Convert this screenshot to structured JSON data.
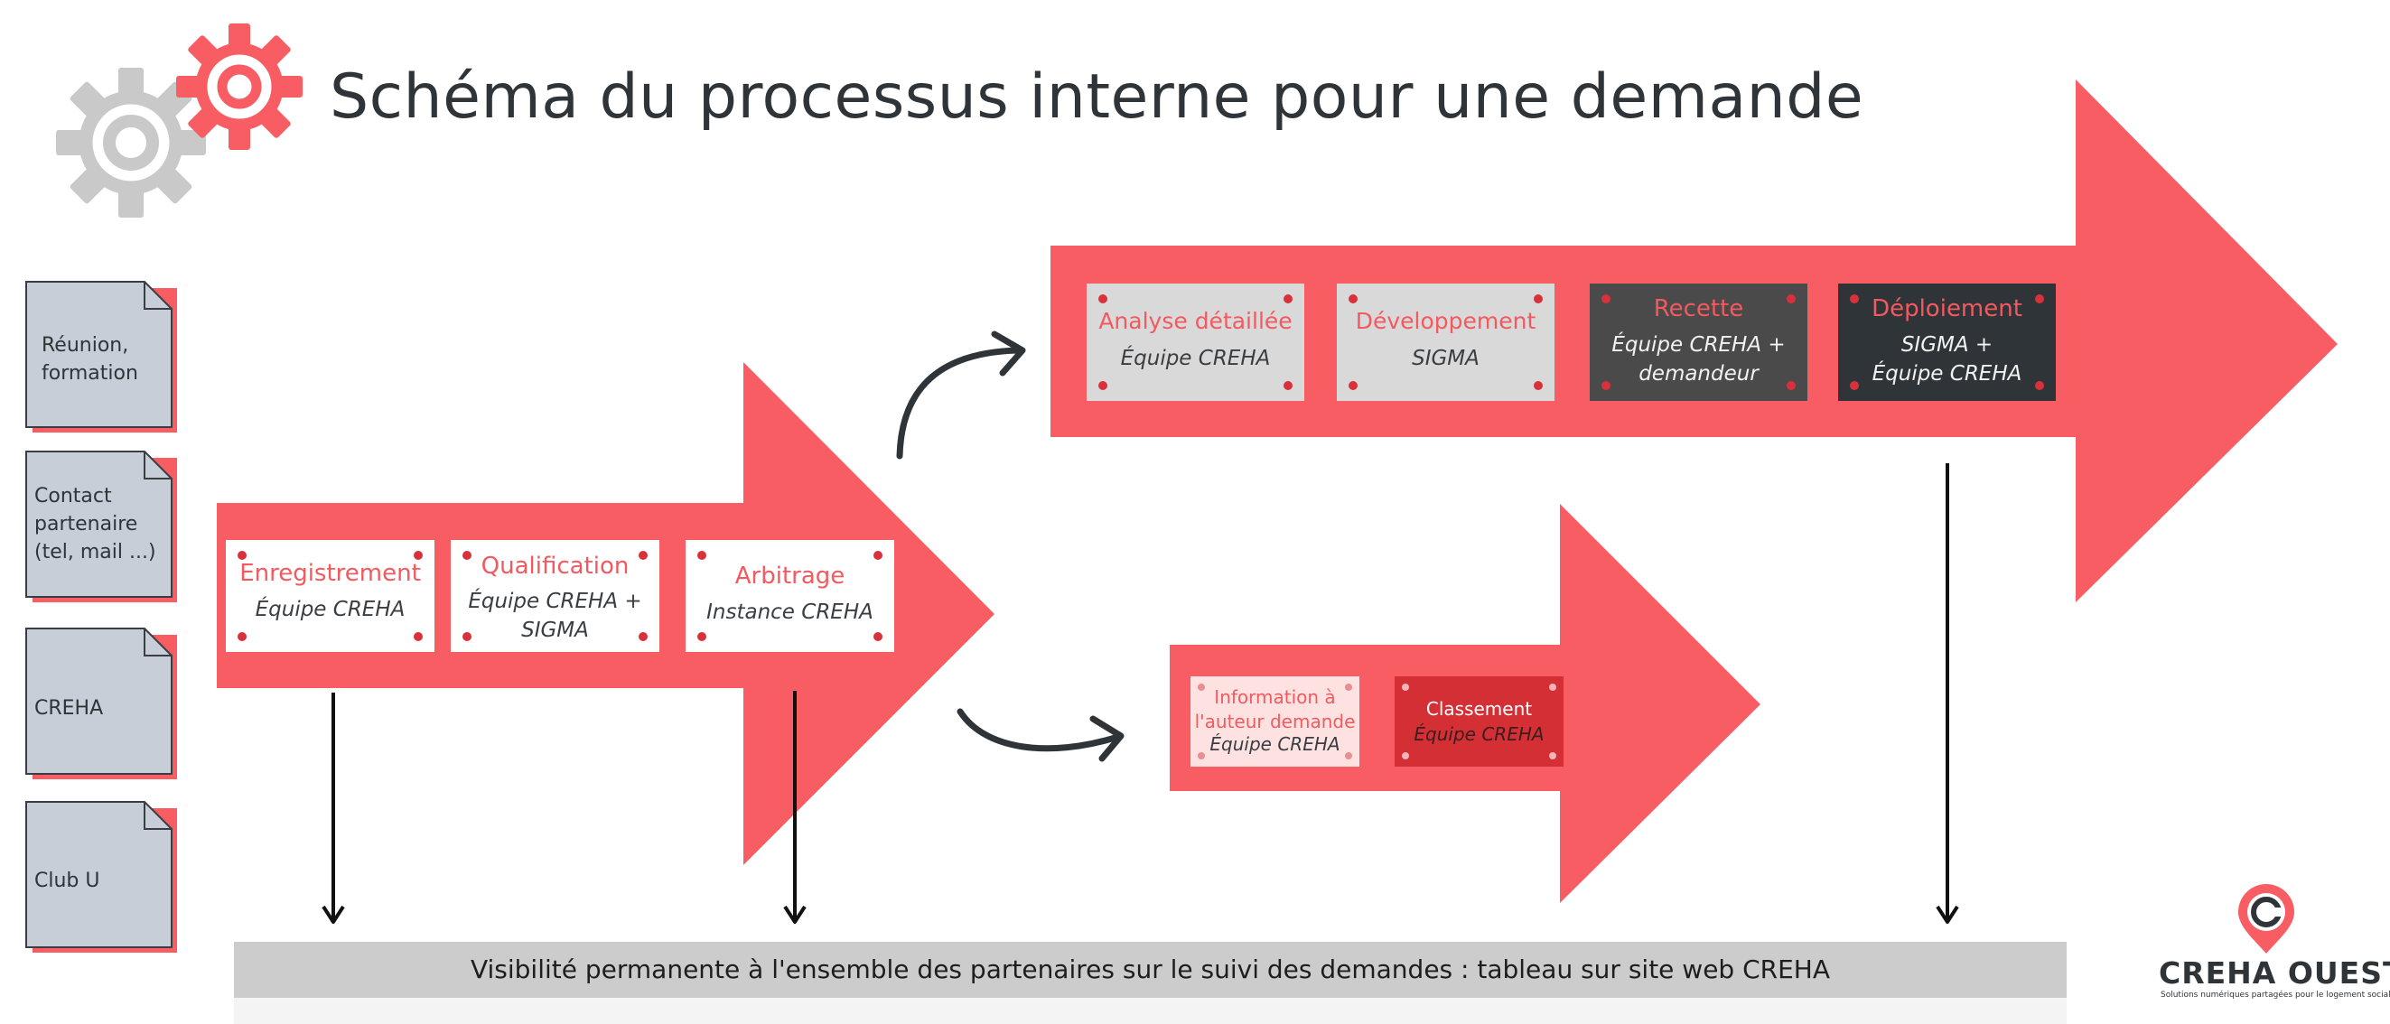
{
  "title": "Schéma du processus interne pour une demande",
  "colors": {
    "accent": "#f75d62",
    "dark": "#2f3438",
    "grey_card": "#d9d9d9",
    "deep_red": "#d32f35"
  },
  "sources": [
    {
      "label": "Réunion,\nformation"
    },
    {
      "label": "Contact\npartenaire\n(tel, mail ...)"
    },
    {
      "label": "CREHA"
    },
    {
      "label": "Club U"
    }
  ],
  "stage1": [
    {
      "title": "Enregistrement",
      "sub": "Équipe CREHA"
    },
    {
      "title": "Qualification",
      "sub": "Équipe CREHA +\nSIGMA"
    },
    {
      "title": "Arbitrage",
      "sub": "Instance CREHA"
    }
  ],
  "stage2": [
    {
      "title": "Analyse détaillée",
      "sub": "Équipe CREHA"
    },
    {
      "title": "Développement",
      "sub": "SIGMA"
    },
    {
      "title": "Recette",
      "sub": "Équipe CREHA +\ndemandeur"
    },
    {
      "title": "Déploiement",
      "sub": "SIGMA +\nÉquipe CREHA"
    }
  ],
  "stage3": [
    {
      "title": "Information à\nl'auteur demande",
      "sub": "Équipe CREHA"
    },
    {
      "title": "Classement",
      "sub": "Équipe CREHA"
    }
  ],
  "footer": "Visibilité permanente à l'ensemble des partenaires sur le suivi des demandes : tableau sur site web CREHA",
  "logo": {
    "name": "CREHA OUEST",
    "tagline": "Solutions numériques partagées pour le logement social"
  }
}
